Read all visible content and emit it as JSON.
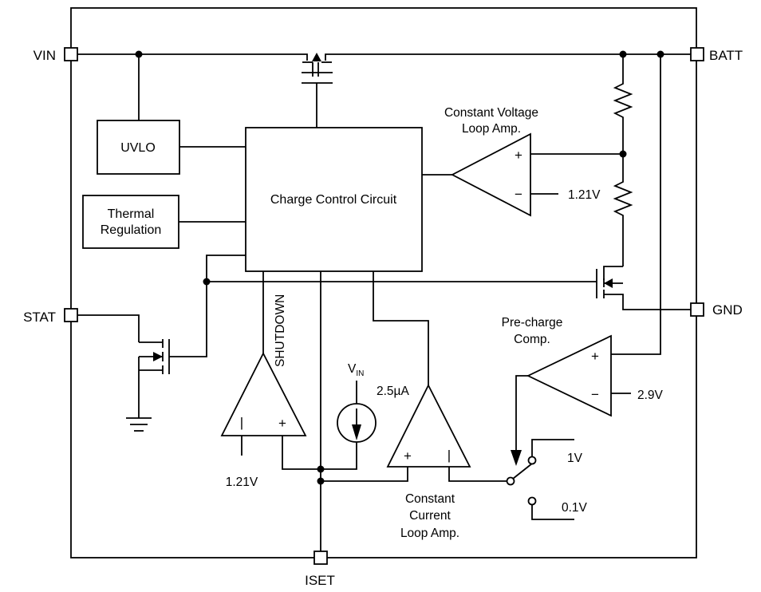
{
  "pins": {
    "vin": "VIN",
    "batt": "BATT",
    "stat": "STAT",
    "gnd": "GND",
    "iset": "ISET"
  },
  "blocks": {
    "uvlo": "UVLO",
    "thermal_line1": "Thermal",
    "thermal_line2": "Regulation",
    "charge_control": "Charge Control Circuit"
  },
  "amplifiers": {
    "cv_line1": "Constant Voltage",
    "cv_line2": "Loop Amp.",
    "cv_ref": "1.21V",
    "precharge_line1": "Pre-charge",
    "precharge_line2": "Comp.",
    "precharge_ref": "2.9V",
    "cc_line1": "Constant",
    "cc_line2": "Current",
    "cc_line3": "Loop Amp.",
    "shutdown_ref": "1.21V",
    "shutdown_label": "SHUTDOWN",
    "plus": "+",
    "minus": "−",
    "minus_bar": "|"
  },
  "current_source": {
    "supply_main": "V",
    "supply_sub": "IN",
    "value": "2.5µA"
  },
  "switch": {
    "pos1": "1V",
    "pos2": "0.1V"
  }
}
